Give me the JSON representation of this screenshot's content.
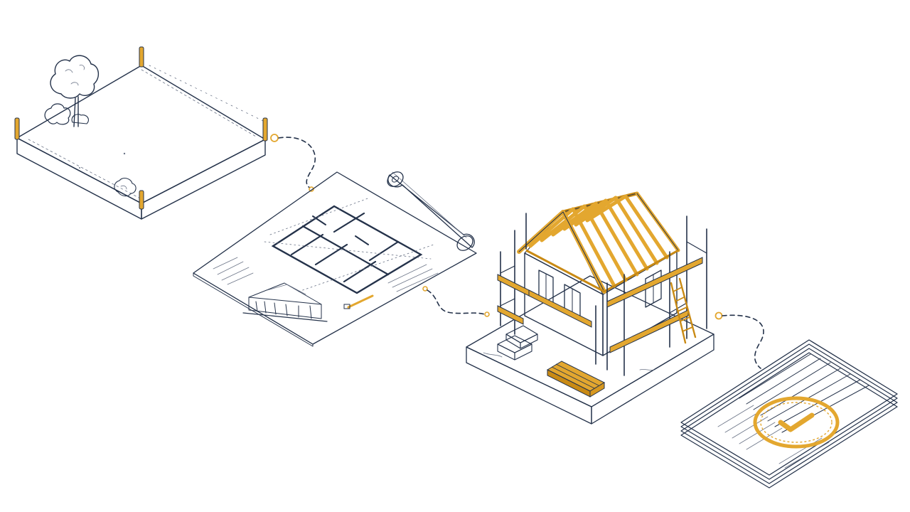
{
  "palette": {
    "ink": "#24324a",
    "accent": "#e3a72f",
    "accent_dark": "#c98a14",
    "paper": "#f4f3ef",
    "paper_side": "#e9e8e2",
    "white": "#ffffff"
  },
  "illustration": {
    "steps": [
      {
        "id": "site",
        "icon": "site-plot-icon"
      },
      {
        "id": "plans",
        "icon": "blueprint-icon"
      },
      {
        "id": "construction",
        "icon": "house-under-construction-icon"
      },
      {
        "id": "approval",
        "icon": "approved-document-icon"
      }
    ],
    "connectors": 3
  }
}
